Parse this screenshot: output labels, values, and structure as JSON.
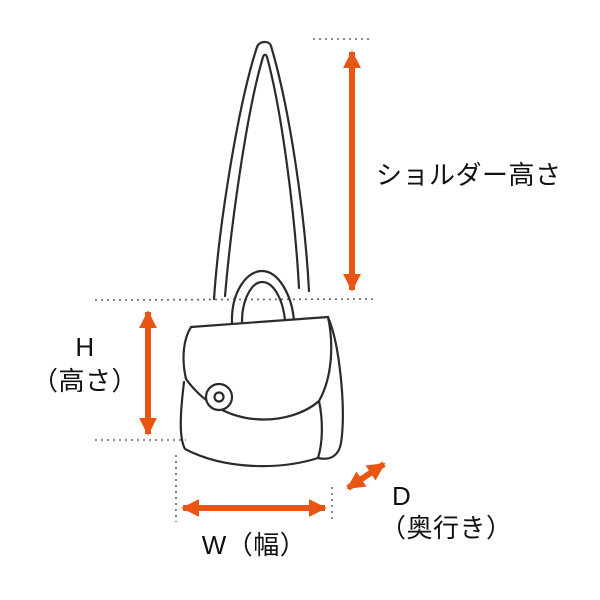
{
  "diagram_title": "bag-dimension-diagram",
  "colors": {
    "arrow": "#EA5514",
    "line": "#2B2B2B",
    "guide": "#666666",
    "background": "#FFFFFF"
  },
  "labels": {
    "shoulder_height": "ショルダー高さ",
    "height_letter": "H",
    "height_name": "（高さ）",
    "width": "W（幅）",
    "depth_letter": "D",
    "depth_name": "（奥行き）"
  }
}
